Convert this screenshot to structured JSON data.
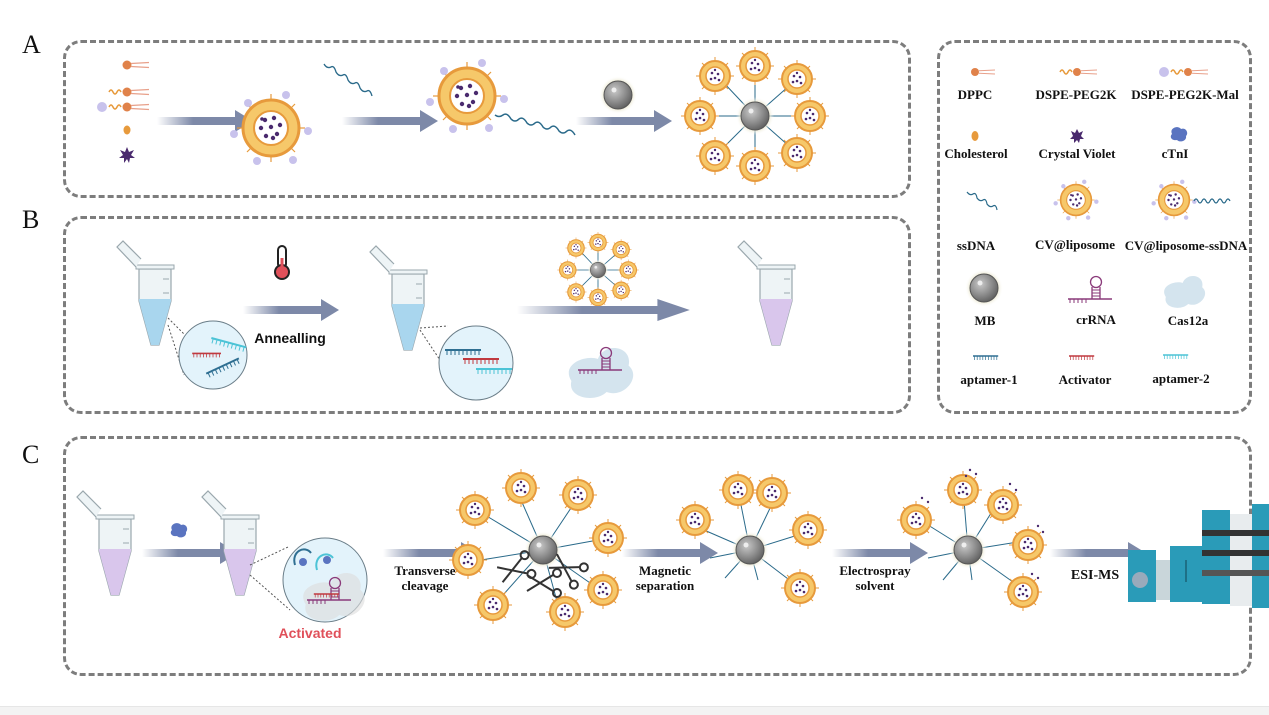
{
  "panels": {
    "a": {
      "letter": "A",
      "description": "Liposome assembly: lipids + crystal violet form CV@liposome, conjugated with ssDNA, then attached to magnetic bead"
    },
    "b": {
      "letter": "B",
      "annealing_label": "Annealling",
      "description": "aptamer-1, activator and aptamer-2 annealed, then mixed with MB-liposome probes and Cas12a/crRNA"
    },
    "c": {
      "letter": "C",
      "activated_label": "Activated",
      "steps": [
        {
          "label_line1": "Transverse",
          "label_line2": "cleavage"
        },
        {
          "label_line1": "Magnetic",
          "label_line2": "separation"
        },
        {
          "label_line1": "Electrospray",
          "label_line2": "solvent"
        },
        {
          "label_line1": "ESI-MS",
          "label_line2": ""
        }
      ]
    }
  },
  "legend": {
    "items": [
      {
        "name": "DPPC",
        "icon": "dppc-icon"
      },
      {
        "name": "DSPE-PEG2K",
        "icon": "dspe-peg2k-icon"
      },
      {
        "name": "DSPE-PEG2K-Mal",
        "icon": "dspe-peg2k-mal-icon"
      },
      {
        "name": "Cholesterol",
        "icon": "cholesterol-icon"
      },
      {
        "name": "Crystal Violet",
        "icon": "crystal-violet-icon"
      },
      {
        "name": "cTnI",
        "icon": "ctni-icon"
      },
      {
        "name": "ssDNA",
        "icon": "ssdna-icon"
      },
      {
        "name": "CV@liposome",
        "icon": "cv-liposome-icon"
      },
      {
        "name": "CV@liposome-ssDNA",
        "icon": "cv-liposome-ssdna-icon"
      },
      {
        "name": "MB",
        "icon": "magnetic-bead-icon"
      },
      {
        "name": "crRNA",
        "icon": "crrna-icon"
      },
      {
        "name": "Cas12a",
        "icon": "cas12a-icon"
      },
      {
        "name": "aptamer-1",
        "icon": "aptamer-1-icon"
      },
      {
        "name": "Activator",
        "icon": "activator-icon"
      },
      {
        "name": "aptamer-2",
        "icon": "aptamer-2-icon"
      }
    ]
  },
  "colors": {
    "lipid_orange": "#e0824a",
    "liposome_yellow": "#f6c86a",
    "liposome_ring": "#e79a3c",
    "cv_purple": "#4a2a6e",
    "mal_lavender": "#c8c2ec",
    "ctni_blue": "#5a74c0",
    "dna_teal": "#2a6a8a",
    "aptamer1": "#2f6f92",
    "activator": "#c0393f",
    "aptamer2": "#4cc3d6",
    "crrna": "#8a3a7a",
    "cas12a": "#cfe1ec",
    "arrow": "#7d89a8",
    "activated_red": "#e0505a",
    "tube_blue": "#a9d6ee",
    "tube_purple": "#d9c6ec",
    "ms_teal": "#2a9bb8"
  }
}
